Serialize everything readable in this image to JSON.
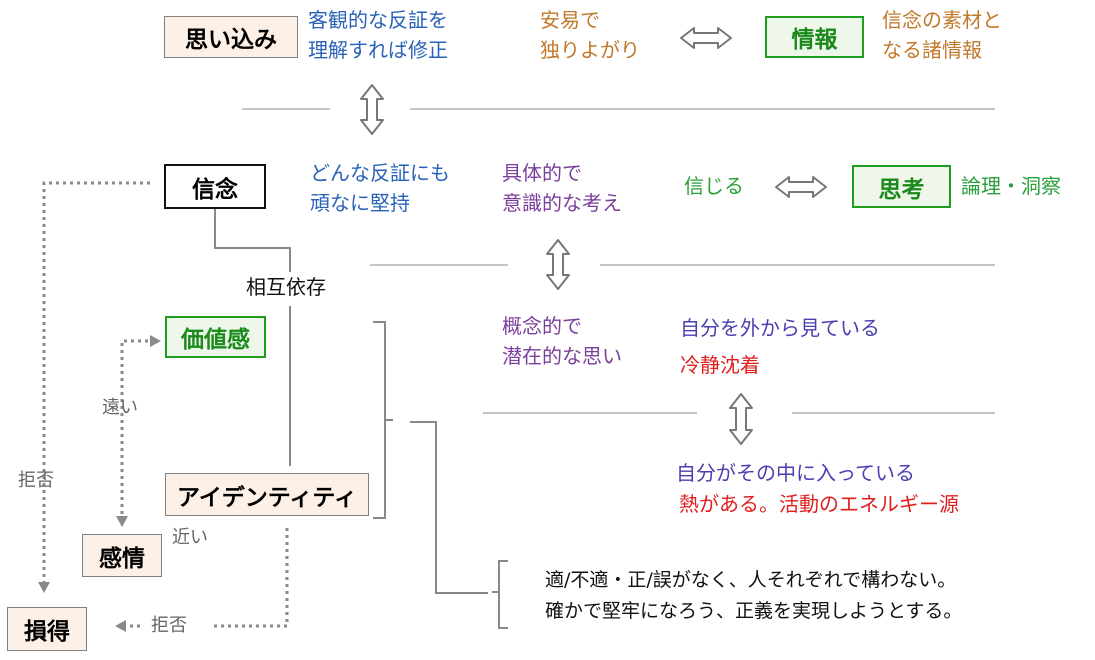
{
  "nodes": {
    "omoikomi": "思い込み",
    "jouhou": "情報",
    "shinnen": "信念",
    "shikou": "思考",
    "kachikan": "価値感",
    "identity": "アイデンティティ",
    "kanjou": "感情",
    "sontoku": "損得"
  },
  "texts": {
    "omoikomi_desc": [
      "客観的な反証を",
      "理解すれば修正"
    ],
    "anneki": [
      "安易で",
      "独りよがり"
    ],
    "jouhou_desc": [
      "信念の素材と",
      "なる諸情報"
    ],
    "shinnen_desc": [
      "どんな反証にも",
      "頑なに堅持"
    ],
    "gutaiteki": [
      "具体的で",
      "意識的な考え"
    ],
    "shinjiru": "信じる",
    "ronri": "論理・洞察",
    "sougo": "相互依存",
    "gainen": [
      "概念的で",
      "潜在的な思い"
    ],
    "soto": "自分を外から見ている",
    "reisei": "冷静沈着",
    "naka": "自分がその中に入っている",
    "netsu": "熱がある。活動のエネルギー源",
    "toi": "遠い",
    "chikai": "近い",
    "kyohi_left": "拒否",
    "kyohi_bottom": "拒否",
    "conclusion": [
      "適/不適・正/誤がなく、人それぞれで構わない。",
      "確かで堅牢になろう、正義を実現しようとする。"
    ]
  },
  "colors": {
    "blue": "#2a62b8",
    "orange": "#c0782a",
    "purple": "#7a3f9a",
    "indigo": "#4a3fb0",
    "red": "#e01e1e",
    "green": "#1a8a1a",
    "line": "#8a8a8a"
  }
}
